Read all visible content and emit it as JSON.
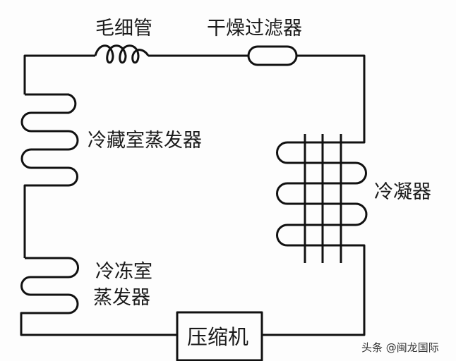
{
  "labels": {
    "capillary": "毛细管",
    "dryer_filter": "干燥过滤器",
    "fridge_evaporator": "冷藏室蒸发器",
    "condenser": "冷凝器",
    "freezer_line1": "冷冻室",
    "freezer_line2": "蒸发器",
    "compressor": "压缩机"
  },
  "watermark": "头条 @闽龙国际",
  "colors": {
    "line": "#111111",
    "background": "#fdfdfd"
  }
}
